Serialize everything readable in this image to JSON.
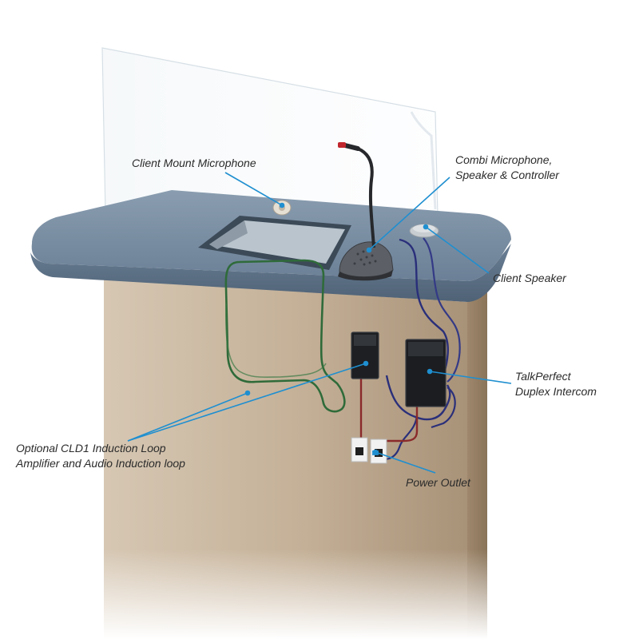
{
  "labels": {
    "client_mount_microphone": "Client Mount Microphone",
    "combi_line1": "Combi Microphone,",
    "combi_line2": "Speaker & Controller",
    "client_speaker": "Client Speaker",
    "talkperfect_line1": "TalkPerfect",
    "talkperfect_line2": "Duplex Intercom",
    "induction_line1": "Optional CLD1 Induction Loop",
    "induction_line2": "Amplifier and Audio Induction loop",
    "power_outlet": "Power Outlet"
  },
  "colors": {
    "leader_line": "#1f8fd0",
    "counter_top": "#6f8599",
    "cabinet": "#c2ae95",
    "induction_cable": "#2f6b3a",
    "power_cable": "#8a2a2a",
    "signal_cable": "#2a2f7a"
  }
}
